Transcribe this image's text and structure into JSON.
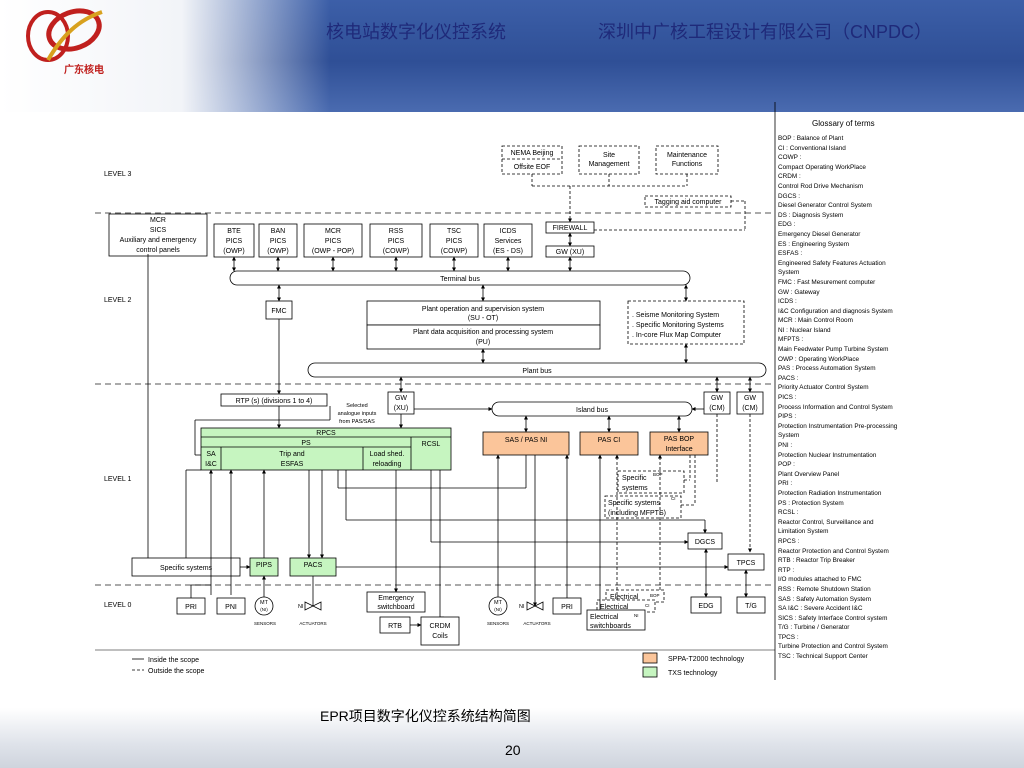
{
  "header": {
    "title": "核电站数字化仪控系统",
    "company": "深圳中广核工程设计有限公司（CNPDC）",
    "logo_text": "广东核电"
  },
  "caption": "EPR项目数字化仪控系统结构简图",
  "page_number": "20",
  "levels": {
    "level3": "LEVEL 3",
    "level2": "LEVEL 2",
    "level1": "LEVEL 1",
    "level0": "LEVEL 0"
  },
  "boxes": {
    "nema": "NEMA Beijing",
    "offsite": "Offsite EOF",
    "site_mgmt_1": "Site",
    "site_mgmt_2": "Management",
    "maint_1": "Maintenance",
    "maint_2": "Functions",
    "tagging": "Tagging aid computer",
    "firewall": "FIREWALL",
    "gw_xu_top": "GW (XU)",
    "mcr_1": "MCR",
    "mcr_2": "SICS",
    "mcr_3": "Auxiliary and emergency",
    "mcr_4": "control panels",
    "bte_1": "BTE",
    "bte_2": "PICS",
    "bte_3": "(OWP)",
    "ban_1": "BAN",
    "ban_2": "PICS",
    "ban_3": "(OWP)",
    "mcrp_1": "MCR",
    "mcrp_2": "PICS",
    "mcrp_3": "(OWP - POP)",
    "rss_1": "RSS",
    "rss_2": "PICS",
    "rss_3": "(COWP)",
    "tsc_1": "TSC",
    "tsc_2": "PICS",
    "tsc_3": "(COWP)",
    "icds_1": "ICDS",
    "icds_2": "Services",
    "icds_3": "(ES - DS)",
    "terminal_bus": "Terminal bus",
    "fmc": "FMC",
    "plant_op_1": "Plant operation and supervision system",
    "plant_op_2": "(SU - OT)",
    "plant_daq_1": "Plant data acquisition and processing system",
    "plant_daq_2": "(PU)",
    "seismic_1": ". Seisme Monitoring System",
    "seismic_2": ". Specific Monitoring Systems",
    "seismic_3": ". In-core Flux Map Computer",
    "plant_bus": "Plant bus",
    "rtp": "RTP (s) (divisions 1 to 4)",
    "gw_xu_1": "GW",
    "gw_xu_2": "(XU)",
    "selected_1": "Selected",
    "selected_2": "analogue inputs",
    "selected_3": "from PAS/SAS",
    "island_bus": "Island bus",
    "gw_cm_a_1": "GW",
    "gw_cm_a_2": "(CM)",
    "gw_cm_b_1": "GW",
    "gw_cm_b_2": "(CM)",
    "rpcs": "RPCS",
    "ps": "PS",
    "rcsl": "RCSL",
    "sa": "SA",
    "ic": "I&C",
    "trip_1": "Trip and",
    "trip_2": "ESFAS",
    "load_1": "Load shed.",
    "load_2": "reloading",
    "sas_pas": "SAS / PAS NI",
    "pas_ci": "PAS CI",
    "pas_bop_1": "PAS BOP",
    "pas_bop_2": "Interface",
    "specific_bop_1": "Specific",
    "specific_bop_sup": "BOP",
    "specific_bop_2": "systems",
    "specific_ci_1": "Specific systems",
    "specific_ci_sup": "CI",
    "specific_ci_2": "(including MFPTS)",
    "dgcs": "DGCS",
    "tpcs": "TPCS",
    "specific_systems": "Specific systems",
    "pips": "PIPS",
    "pacs": "PACS",
    "pri_a": "PRI",
    "pni": "PNI",
    "mt_a_1": "MT",
    "mt_a_2": "(NI)",
    "ni_a": "NI",
    "emergency_1": "Emergency",
    "emergency_2": "switchboard",
    "rtb": "RTB",
    "crdm_1": "CRDM",
    "crdm_2": "Coils",
    "mt_b_1": "MT",
    "mt_b_2": "(NI)",
    "ni_b": "NI",
    "pri_b": "PRI",
    "elec_bop": "Electrical",
    "elec_bop_sup": "BOP",
    "elec_ci": "Electrical",
    "elec_ci_sup": "CI",
    "elec_ni_1": "Electrical",
    "elec_ni_sup": "NI",
    "elec_ni_2": "switchboards",
    "edg": "EDG",
    "tg": "T/G",
    "sensors_a": "SENSORS",
    "actuators_a": "ACTUATORS",
    "sensors_b": "SENSORS",
    "actuators_b": "ACTUATORS"
  },
  "legend": {
    "inside": "Inside the scope",
    "outside": "Outside the scope",
    "sppa": "SPPA-T2000 technology",
    "txs": "TXS technology"
  },
  "glossary": {
    "title": "Glossary of terms",
    "terms": [
      "BOP : Balance of Plant",
      "CI : Conventional Island",
      "COWP :",
      "Compact Operating WorkPlace",
      "CRDM :",
      "Control Rod Drive Mechanism",
      "DGCS :",
      "Diesel Generator Control System",
      "DS : Diagnosis System",
      "EDG :",
      "Emergency Diesel Generator",
      "ES : Engineering System",
      "ESFAS :",
      "Engineered Safety Features Actuation",
      "System",
      "FMC : Fast Mesurement computer",
      "GW : Gateway",
      "ICDS :",
      "I&C Configuration and diagnosis System",
      "MCR : Main Control Room",
      "NI : Nuclear Island",
      "MFPTS :",
      "Main Feedwater Pump Turbine System",
      "OWP : Operating WorkPlace",
      "PAS : Process Automation System",
      "PACS :",
      "Priority Actuator Control System",
      "PICS :",
      "Process Information and Control System",
      "PIPS :",
      "Protection Instrumentation Pre-processing",
      "System",
      "PNI :",
      "Protection Nuclear Instrumentation",
      "POP :",
      "Plant Overview Panel",
      "PRI :",
      "Protection Radiation Instrumentation",
      "PS : Protection System",
      "RCSL :",
      "Reactor Control, Surveillance and",
      "Limitation System",
      "RPCS :",
      "Reactor Protection and Control System",
      "RTB : Reactor Trip Breaker",
      "RTP :",
      "I/O modules attached to FMC",
      "RSS : Remote Shutdown Station",
      "SAS : Safety Automation System",
      " SA I&C : Severe Accident I&C",
      "SICS : Safety Interface Control system",
      "T/G : Turbine / Generator",
      "TPCS :",
      "Turbine Protection and Control System",
      "TSC : Technical Support Center"
    ]
  },
  "colors": {
    "sppa_orange": "#fbc59a",
    "txs_green": "#c6f5c0",
    "banner_blue": "#2f4f96",
    "header_text": "#1f2a7a"
  }
}
